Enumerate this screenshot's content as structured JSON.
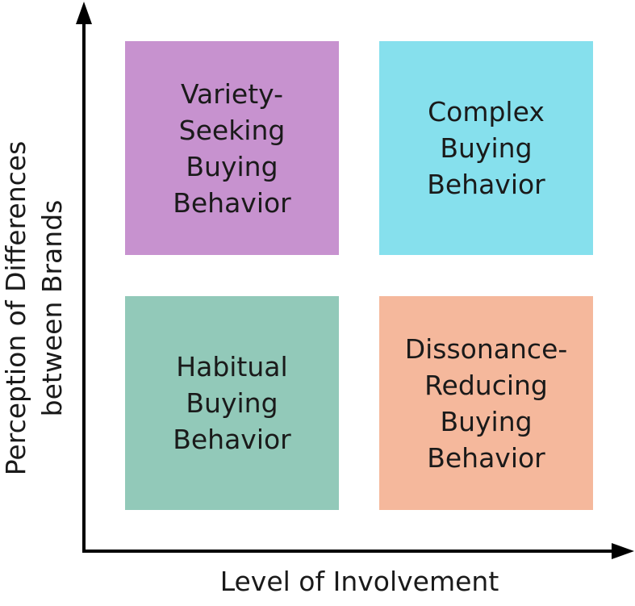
{
  "diagram": {
    "quadrants": {
      "top_left": {
        "label": "Variety-\nSeeking\nBuying\nBehavior",
        "color": "#c792cf"
      },
      "top_right": {
        "label": "Complex\nBuying\nBehavior",
        "color": "#86e0ed"
      },
      "bottom_left": {
        "label": "Habitual\nBuying\nBehavior",
        "color": "#92c9b9"
      },
      "bottom_right": {
        "label": "Dissonance-\nReducing\nBuying\nBehavior",
        "color": "#f5b89c"
      }
    },
    "x_axis_label": "Level of Involvement",
    "y_axis_label": "Perception of Differences\nbetween Brands",
    "axis_color": "#000000"
  }
}
